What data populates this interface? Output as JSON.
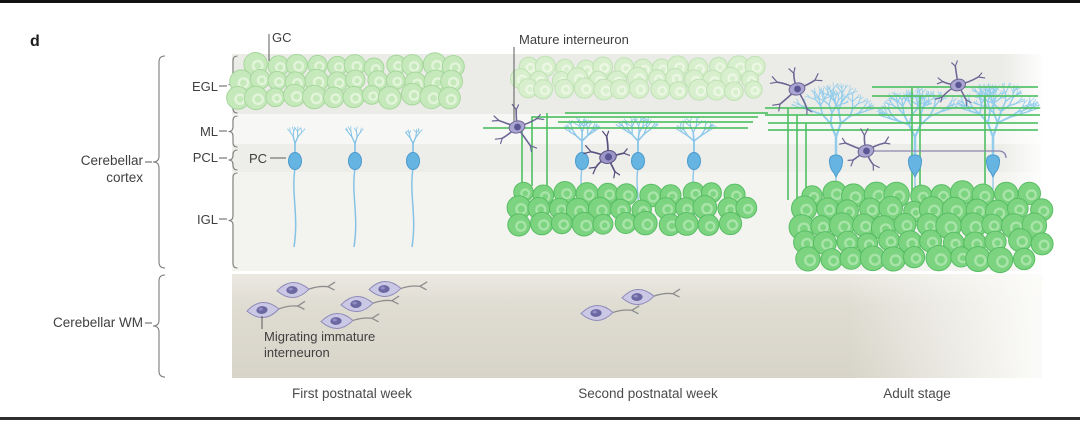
{
  "figure": {
    "panel_letter": "d",
    "regions": {
      "cortex": "Cerebellar cortex",
      "wm": "Cerebellar WM"
    },
    "layers": {
      "egl": "EGL",
      "ml": "ML",
      "pcl": "PCL",
      "igl": "IGL"
    },
    "callouts": {
      "gc": "GC",
      "pc": "PC",
      "mature_interneuron": "Mature interneuron",
      "migrating_interneuron": "Migrating immature interneuron"
    },
    "stages": {
      "first": "First postnatal week",
      "second": "Second postnatal week",
      "adult": "Adult stage"
    },
    "colors": {
      "egl_cell": "#c6e9bb",
      "egl_cell_stroke": "#a6d79c",
      "egl_cell_hi": "#e2f4d9",
      "egl_faded": "#d7efcc",
      "egl_faded_stroke": "#bfe2b4",
      "egl_faded_hi": "#ebf7e3",
      "igl_cell": "#7cd481",
      "igl_cell_stroke": "#57bd62",
      "igl_cell_hi": "#a8e4a8",
      "purkinje": "#66b4e2",
      "purkinje_stroke": "#4b9bcd",
      "purkinje_dendrite_adult": "#93cdec",
      "purkinje_dendrite_young": "#8cc7ea",
      "purkinje_dendrite_infant": "#7fc1e6",
      "purkinje_axon": "#85c3e4",
      "interneuron_body": "#a9a4d0",
      "interneuron_nucleus": "#5b5694",
      "interneuron_process": "#6b6694",
      "interneuron_dark_process": "#57527e",
      "interneuron_dark_body": "#9b96c6",
      "migrating_body": "#cac8e5",
      "migrating_stroke": "#8e8ab9",
      "migrating_tail": "#8d8d8d",
      "parallel_fiber": "#4fc163",
      "bracket": "#7b7b7b",
      "pointer": "#4a4a4a",
      "text": "#3f3f3f"
    }
  }
}
